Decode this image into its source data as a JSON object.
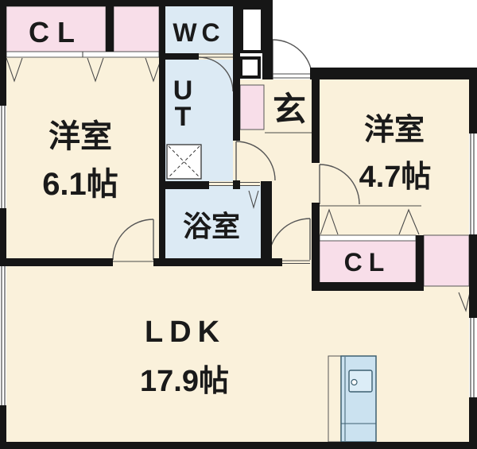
{
  "plan": {
    "title": "apartment-floor-plan",
    "rooms": {
      "closet_left": {
        "label": "CL"
      },
      "wc": {
        "label": "WC"
      },
      "ut": {
        "line1": "U",
        "line2": "T"
      },
      "genkan": {
        "label": "玄"
      },
      "bathroom": {
        "label": "浴室"
      },
      "bedroom_left": {
        "label": "洋室",
        "size": "6.1帖"
      },
      "bedroom_right": {
        "label": "洋室",
        "size": "4.7帖"
      },
      "closet_right": {
        "label": "CL"
      },
      "ldk": {
        "label": "LDK",
        "size": "17.9帖"
      }
    },
    "colors": {
      "room_cream": "#FAF1DB",
      "closet_pink": "#F8DEE9",
      "wet_blue": "#DCEAF4",
      "kitchen_blue": "#CBE2F0",
      "sink_blue": "#DCEDF7",
      "wall_black": "#161616",
      "thin_line": "#4a4a4a"
    }
  }
}
